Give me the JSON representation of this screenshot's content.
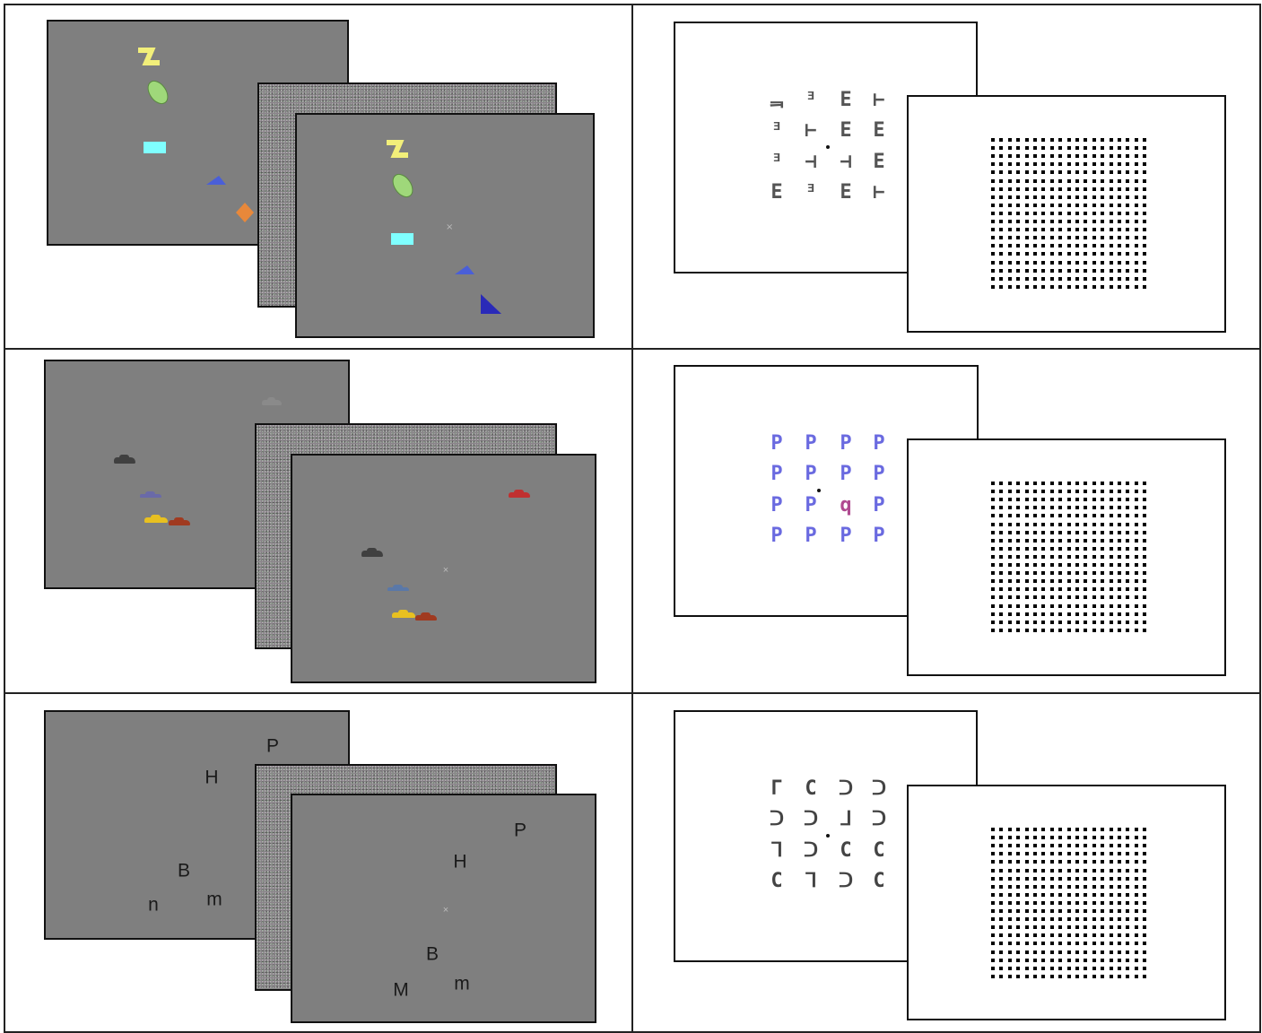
{
  "figure": {
    "rows": [
      {
        "left": {
          "scene1_shapes": [
            {
              "shape": "zigzag",
              "color": "#f2ef7a"
            },
            {
              "shape": "ellipse",
              "color": "#9fd87a"
            },
            {
              "shape": "rectangle",
              "color": "#7fffff"
            },
            {
              "shape": "triangle",
              "color": "#4a5fd8"
            },
            {
              "shape": "diamond",
              "color": "#e8883a"
            }
          ],
          "scene2_shapes": [
            {
              "shape": "zigzag",
              "color": "#f2ef7a"
            },
            {
              "shape": "ellipse",
              "color": "#9fd87a"
            },
            {
              "shape": "rectangle",
              "color": "#7fffff"
            },
            {
              "shape": "triangle",
              "color": "#4a5fd8"
            },
            {
              "shape": "right-triangle",
              "color": "#2a2ab8"
            }
          ],
          "fixation": "×"
        },
        "right": {
          "glyphs": [
            [
              "ᆿ",
              "ᴲ",
              "E",
              "⊢"
            ],
            [
              "ᴲ",
              "⊢",
              "E",
              "E"
            ],
            [
              "ᴲ",
              "⊣",
              "⊣",
              "E"
            ],
            [
              "E",
              "ᴲ",
              "E",
              "⊢"
            ]
          ],
          "glyph_color": "#555555"
        }
      },
      {
        "left": {
          "scene1_cars": [
            {
              "color": "#8a8a8a"
            },
            {
              "color": "#404040"
            },
            {
              "color": "#6a6aa8"
            },
            {
              "color": "#e8c020"
            },
            {
              "color": "#a03a20"
            }
          ],
          "scene2_cars": [
            {
              "color": "#c03030"
            },
            {
              "color": "#404040"
            },
            {
              "color": "#5a78a8"
            },
            {
              "color": "#e8c020"
            },
            {
              "color": "#a03a20"
            }
          ],
          "fixation": "×"
        },
        "right": {
          "glyphs": [
            [
              "P",
              "P",
              "P",
              "P"
            ],
            [
              "P",
              "P",
              "P",
              "P"
            ],
            [
              "P",
              "P",
              "q",
              "P"
            ],
            [
              "P",
              "P",
              "P",
              "P"
            ]
          ],
          "glyph_color": "#6a6ae0",
          "odd_color": "#b04a90"
        }
      },
      {
        "left": {
          "scene1_letters": [
            "P",
            "H",
            "B",
            "n",
            "m"
          ],
          "scene2_letters": [
            "P",
            "H",
            "B",
            "M",
            "m"
          ],
          "fixation": "×"
        },
        "right": {
          "glyphs": [
            [
              "Γ",
              "C",
              "ᑐ",
              "ᑐ"
            ],
            [
              "ᑐ",
              "ᑐ",
              "ᒧ",
              "ᑐ"
            ],
            [
              "ᒣ",
              "ᑐ",
              "C",
              "C"
            ],
            [
              "C",
              "ᒣ",
              "ᑐ",
              "C"
            ]
          ],
          "glyph_color": "#444444"
        }
      }
    ],
    "dot_grid": {
      "rows": 19,
      "cols": 19
    }
  }
}
